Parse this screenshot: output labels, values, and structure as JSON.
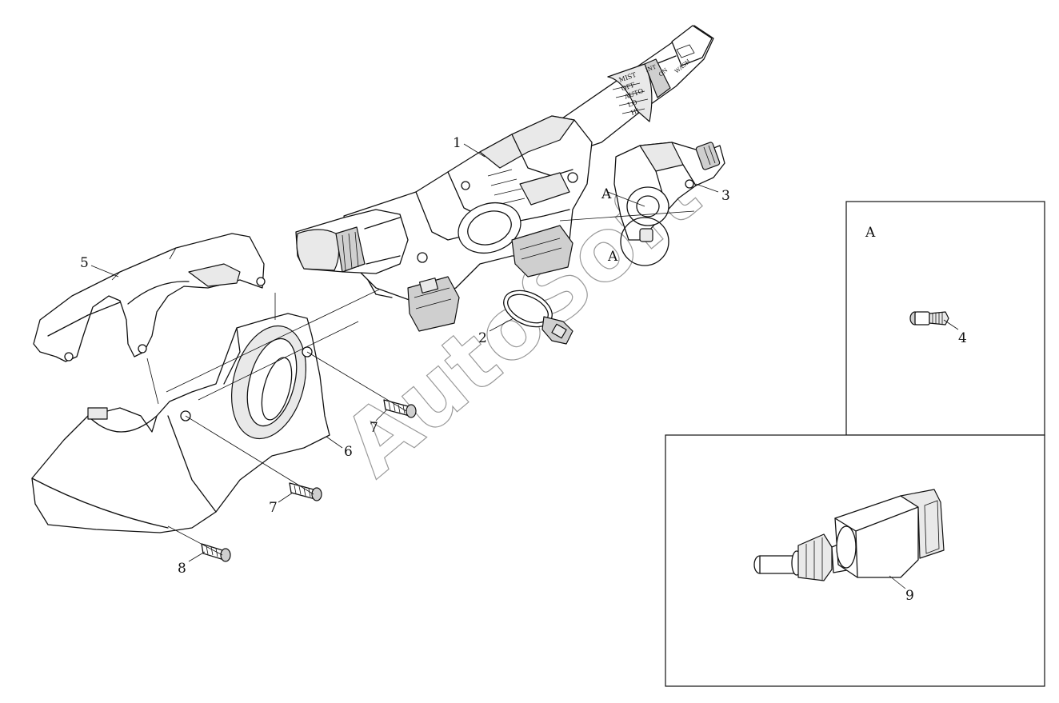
{
  "watermark": "AutoSoft",
  "callouts": {
    "c1": "1",
    "c2": "2",
    "c3": "3",
    "c4": "4",
    "c5": "5",
    "c6": "6",
    "c7a": "7",
    "c7b": "7",
    "c8": "8",
    "c9": "9"
  },
  "detail_marks": {
    "a_top": "A",
    "a_bottom": "A",
    "inset_a_label": "A"
  },
  "switch_text": {
    "mist": "MIST",
    "off": "OFF",
    "auto": "AUTO",
    "lo": "LO",
    "hi": "HI",
    "int": "INT",
    "wash": "WASH",
    "on": "ON"
  }
}
